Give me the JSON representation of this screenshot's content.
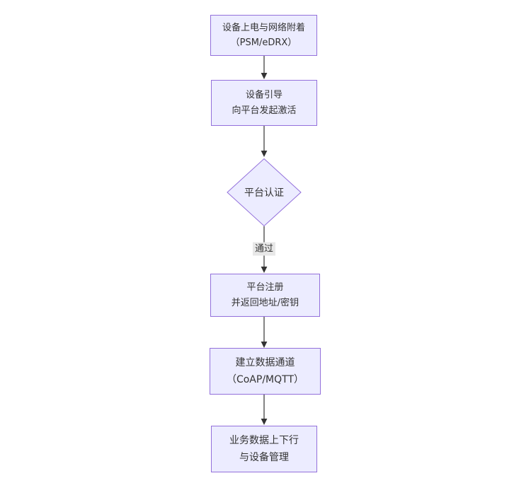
{
  "diagram": {
    "type": "flowchart",
    "direction": "top-down",
    "colors": {
      "background": "#ffffff",
      "node_fill": "#ECECFF",
      "node_border": "#9370DB",
      "text": "#333333",
      "edge": "#333333",
      "edge_label_bg": "#e8e8e8"
    },
    "nodes": [
      {
        "id": "power-attach",
        "shape": "rect",
        "lines": [
          "设备上电与网络附着",
          "（PSM/eDRX）"
        ]
      },
      {
        "id": "bootstrap",
        "shape": "rect",
        "lines": [
          "设备引导",
          "向平台发起激活"
        ]
      },
      {
        "id": "platform-auth",
        "shape": "diamond",
        "lines": [
          "平台认证"
        ]
      },
      {
        "id": "platform-register",
        "shape": "rect",
        "lines": [
          "平台注册",
          "并返回地址/密钥"
        ]
      },
      {
        "id": "data-channel",
        "shape": "rect",
        "lines": [
          "建立数据通道",
          "（CoAP/MQTT）"
        ]
      },
      {
        "id": "business-data",
        "shape": "rect",
        "lines": [
          "业务数据上下行",
          "与设备管理"
        ]
      }
    ],
    "edges": [
      {
        "from": "power-attach",
        "to": "bootstrap",
        "label": ""
      },
      {
        "from": "bootstrap",
        "to": "platform-auth",
        "label": ""
      },
      {
        "from": "platform-auth",
        "to": "platform-register",
        "label": "通过"
      },
      {
        "from": "platform-register",
        "to": "data-channel",
        "label": ""
      },
      {
        "from": "data-channel",
        "to": "business-data",
        "label": ""
      }
    ]
  }
}
